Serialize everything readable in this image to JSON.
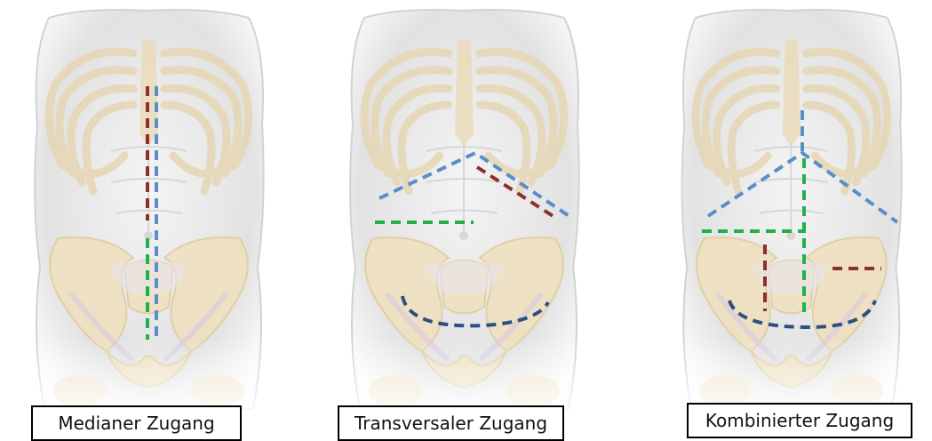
{
  "panels": [
    {
      "caption": "Medianer Zugang"
    },
    {
      "caption": "Transversaler Zugang"
    },
    {
      "caption": "Kombinierter Zugang"
    }
  ],
  "colors": {
    "red": "#8b2f2f",
    "blue": "#5a8ec8",
    "green": "#22b04a",
    "navy": "#2e4f82",
    "bone": "#efe0bf",
    "torso": "#e7e7e7"
  }
}
